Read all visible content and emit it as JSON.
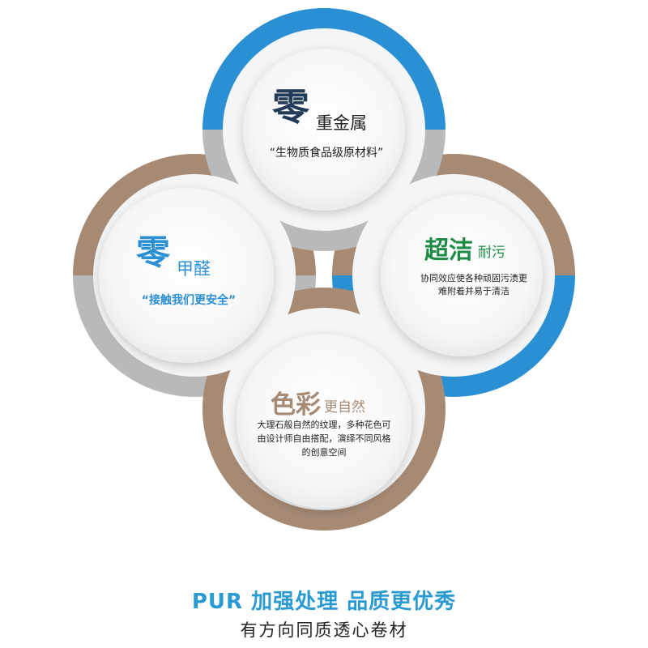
{
  "colors": {
    "blue": "#2b8fd4",
    "tan": "#a68a74",
    "gray": "#b7b9bb",
    "navy": "#243a59",
    "green": "#1e8b45"
  },
  "top": {
    "big": "零",
    "rest": "重金属",
    "desc": "“生物质食品级原材料”"
  },
  "left": {
    "big": "零",
    "rest": "甲醛",
    "desc": "“接触我们更安全”"
  },
  "right": {
    "big": "超洁",
    "rest": "耐污",
    "desc_line1": "协同效应使各种顽固污渍更",
    "desc_line2": "难附着并易于清洁"
  },
  "bottom": {
    "big": "色彩",
    "rest": "更自然",
    "desc_line1": "大理石般自然的纹理，多种花色可",
    "desc_line2": "由设计师自由搭配，演绎不同风格",
    "desc_line3": "的创意空间"
  },
  "footer": {
    "headline": "PUR 加强处理  品质更优秀",
    "subline": "有方向同质透心卷材"
  }
}
